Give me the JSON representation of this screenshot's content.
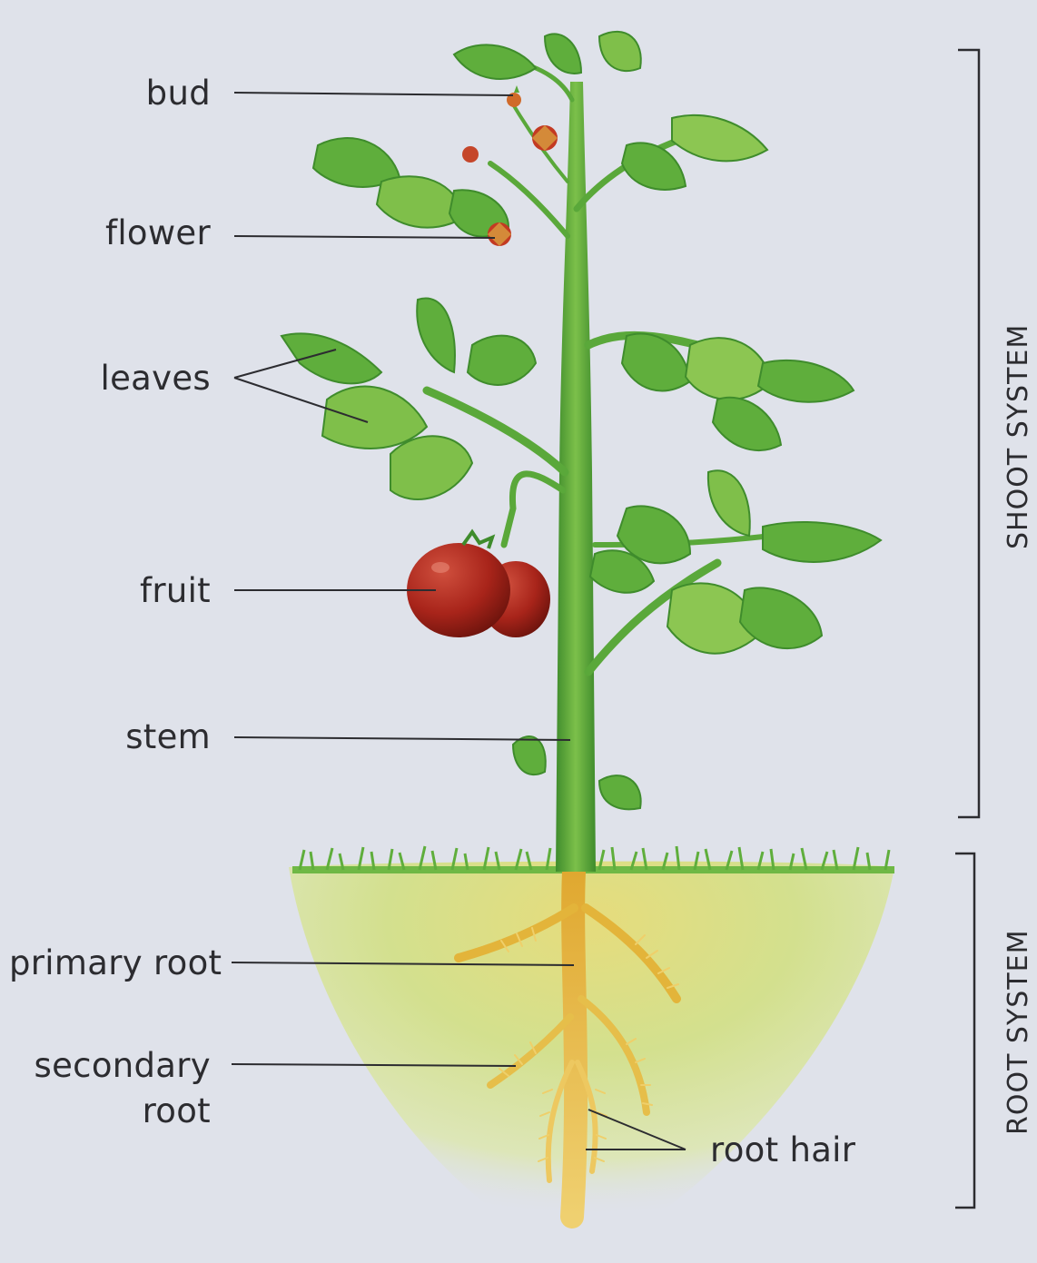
{
  "labels": {
    "bud": "bud",
    "flower": "flower",
    "leaves": "leaves",
    "fruit": "fruit",
    "stem": "stem",
    "primary_root": "primary root",
    "secondary_root_line1": "secondary",
    "secondary_root_line2": "root",
    "root_hair": "root hair"
  },
  "brackets": {
    "shoot_system": "SHOOT SYSTEM",
    "root_system": "ROOT SYSTEM"
  },
  "colors": {
    "background": "#dfe2ea",
    "stem": "#5aa83a",
    "leaf": "#5fae3c",
    "leaf_light": "#b9d86a",
    "fruit": "#a8241a",
    "soil": "#d9e29a",
    "root": "#e3b43a",
    "line": "#2c2c30"
  }
}
